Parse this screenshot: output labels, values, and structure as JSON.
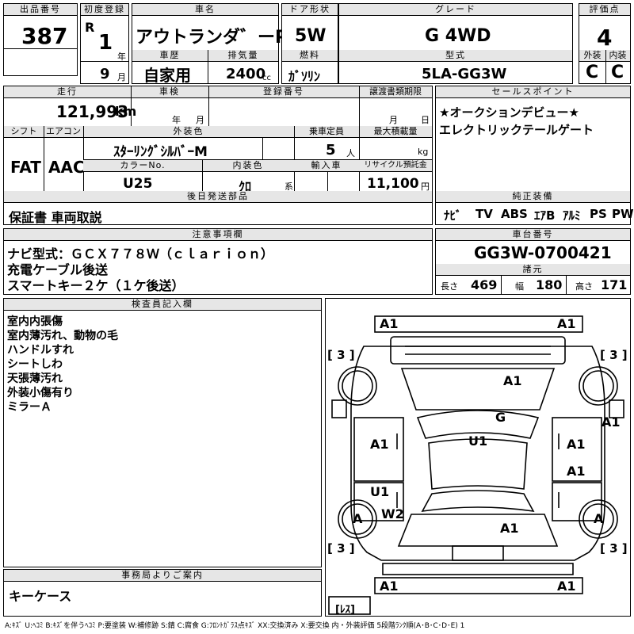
{
  "header": {
    "lot_label": "出品番号",
    "lot": "387",
    "reg_label": "初度登録",
    "era": "R",
    "year": "1",
    "year_unit": "年",
    "month": "9",
    "month_unit": "月",
    "name_label": "車名",
    "name": "アウトランダ゛ーPHEV",
    "history_label": "車歴",
    "history": "自家用",
    "disp_label": "排気量",
    "disp": "2400",
    "disp_unit": "cc",
    "door_label": "ドア形状",
    "door": "5W",
    "fuel_label": "燃料",
    "fuel": "ｶﾞｿﾘﾝ",
    "grade_label": "グレード",
    "grade": "G 4WD",
    "model_label": "型式",
    "model": "5LA-GG3W",
    "score_label": "評価点",
    "score": "4",
    "ext_label": "外装",
    "ext": "C",
    "int_label": "内装",
    "int": "C"
  },
  "info": {
    "mileage_label": "走行",
    "mileage": "121,993",
    "mileage_unit": "km",
    "inspect_label": "車検",
    "inspect_year": "年",
    "inspect_month": "月",
    "regno_label": "登録番号",
    "transfer_label": "譲渡書類期限",
    "transfer_month": "月",
    "transfer_day": "日",
    "shift_label": "シフト",
    "shift": "FAT",
    "ac_label": "エアコン",
    "ac": "AAC",
    "color_label": "外装色",
    "color": "ｽﾀｰﾘﾝｸﾞｼﾙﾊﾞｰM",
    "colorno_label": "カラーNo.",
    "colorno": "U25",
    "interior_label": "内装色",
    "interior": "ｸﾛ",
    "interior_unit": "系",
    "capacity_label": "乗車定員",
    "capacity": "5",
    "capacity_unit": "人",
    "maxload_label": "最大積載量",
    "maxload_unit": "kg",
    "import_label": "輸入車",
    "recycle_label": "リサイクル預託金",
    "recycle": "11,100",
    "recycle_unit": "円",
    "later_label": "後日発送部品",
    "later": "保証書 車両取説"
  },
  "sales": {
    "label": "セールスポイント",
    "lines": [
      "★オークションデビュー★",
      "エレクトリックテールゲート"
    ]
  },
  "equipment": {
    "label": "純正装備",
    "items": [
      "ﾅﾋﾞ",
      "TV",
      "ABS",
      "ｴｱB",
      "ｱﾙﾐ",
      "PS",
      "PW"
    ]
  },
  "notes": {
    "label": "注意事項欄",
    "lines": [
      "ナビ型式：ＧＣＸ７７８Ｗ（ｃｌａｒｉｏｎ）",
      "充電ケーブル後送",
      "スマートキー２ケ（１ケ後送）"
    ]
  },
  "chassis": {
    "label": "車台番号",
    "value": "GG3W-0700421",
    "dim_label": "諸元",
    "len_label": "長さ",
    "len": "469",
    "wid_label": "幅",
    "wid": "180",
    "hgt_label": "高さ",
    "hgt": "171"
  },
  "inspector": {
    "label": "検査員記入欄",
    "lines": [
      "室内内張傷",
      "室内薄汚れ、動物の毛",
      "ハンドルすれ",
      "シートしわ",
      "天張薄汚れ",
      "外装小傷有り",
      "ミラーＡ"
    ]
  },
  "office": {
    "label": "事務局よりご案内",
    "text": "キーケース"
  },
  "diagram": {
    "marks": {
      "fl_corner": "A1",
      "fr_corner": "A1",
      "hood": "A1",
      "roof_g": "G",
      "roof_u": "U1",
      "left_front_door": "A1",
      "right_front_door": "A1",
      "right_fender": "A1",
      "right_rear_door": "A1",
      "left_rear_door": "U1",
      "left_rear_wheel": "A",
      "left_qtr": "W2",
      "right_rear_wheel": "A",
      "rear": "A1",
      "rl_corner": "A1",
      "rr_corner": "A1"
    },
    "tires": [
      "[ 3 ]",
      "[ 3 ]",
      "[ 3 ]",
      "[ 3 ]"
    ],
    "spare": "[ﾚｽ]"
  },
  "legend": "A:ｷｽﾞ U:ﾍｺﾐ B:ｷｽﾞを伴うﾍｺﾐ P:要塗装 W:補修跡 S:錆 C:腐食 G:ﾌﾛﾝﾄｶﾞﾗｽ点ｷｽﾞ XX:交換済み X:要交換 内・外装評価 5段階ﾗﾝｸ順(A･B･C･D･E) 1"
}
